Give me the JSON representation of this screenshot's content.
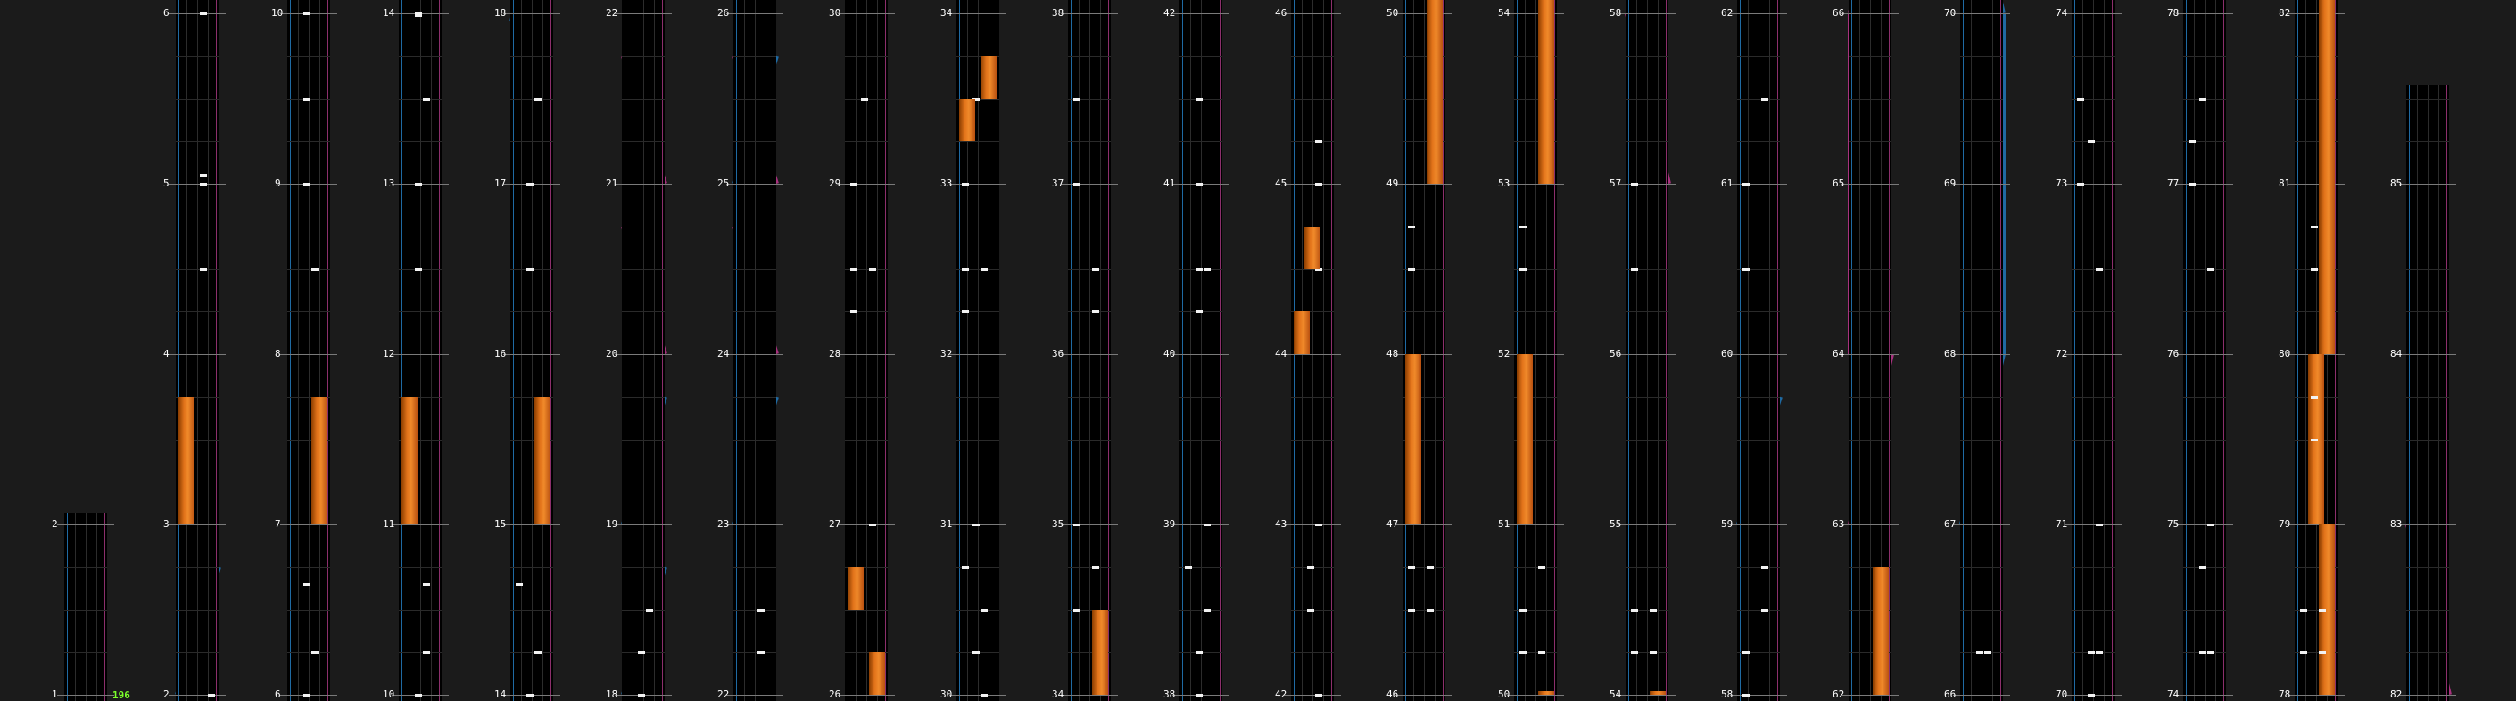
{
  "measures": [
    {
      "n": "1",
      "label": "1"
    },
    {
      "n": "2",
      "label": "2"
    },
    {
      "n": "3",
      "label": "3"
    },
    {
      "n": "4",
      "label": "4"
    },
    {
      "n": "5",
      "label": "5"
    },
    {
      "n": "6",
      "label": "6"
    },
    {
      "n": "7",
      "label": "7"
    },
    {
      "n": "8",
      "label": "8"
    },
    {
      "n": "9",
      "label": "9"
    },
    {
      "n": "10",
      "label": "10"
    },
    {
      "n": "11",
      "label": "11"
    },
    {
      "n": "12",
      "label": "12"
    },
    {
      "n": "13",
      "label": "13"
    },
    {
      "n": "14",
      "label": "14"
    },
    {
      "n": "15",
      "label": "15"
    },
    {
      "n": "16",
      "label": "16"
    },
    {
      "n": "17",
      "label": "17"
    },
    {
      "n": "18",
      "label": "18"
    },
    {
      "n": "19",
      "label": "19"
    },
    {
      "n": "20",
      "label": "20"
    },
    {
      "n": "21",
      "label": "21"
    },
    {
      "n": "22",
      "label": "22"
    },
    {
      "n": "23",
      "label": "23"
    },
    {
      "n": "24",
      "label": "24"
    },
    {
      "n": "25",
      "label": "25"
    },
    {
      "n": "26",
      "label": "26"
    },
    {
      "n": "27",
      "label": "27"
    },
    {
      "n": "28",
      "label": "28"
    },
    {
      "n": "29",
      "label": "29"
    },
    {
      "n": "30",
      "label": "30"
    },
    {
      "n": "31",
      "label": "31"
    },
    {
      "n": "32",
      "label": "32"
    },
    {
      "n": "33",
      "label": "33"
    },
    {
      "n": "34",
      "label": "34"
    },
    {
      "n": "35",
      "label": "35"
    },
    {
      "n": "36",
      "label": "36"
    },
    {
      "n": "37",
      "label": "37"
    },
    {
      "n": "38",
      "label": "38"
    },
    {
      "n": "39",
      "label": "39"
    },
    {
      "n": "40",
      "label": "40"
    },
    {
      "n": "41",
      "label": "41"
    },
    {
      "n": "42",
      "label": "42"
    },
    {
      "n": "43",
      "label": "43"
    },
    {
      "n": "44",
      "label": "44"
    },
    {
      "n": "45",
      "label": "45"
    },
    {
      "n": "46",
      "label": "46"
    },
    {
      "n": "47",
      "label": "47"
    },
    {
      "n": "48",
      "label": "48"
    },
    {
      "n": "49",
      "label": "49"
    },
    {
      "n": "50",
      "label": "50"
    },
    {
      "n": "51",
      "label": "51"
    },
    {
      "n": "52",
      "label": "52"
    },
    {
      "n": "53",
      "label": "53"
    },
    {
      "n": "54",
      "label": "54"
    },
    {
      "n": "55",
      "label": "55"
    },
    {
      "n": "56",
      "label": "56"
    },
    {
      "n": "57",
      "label": "57"
    },
    {
      "n": "58",
      "label": "58"
    },
    {
      "n": "59",
      "label": "59"
    },
    {
      "n": "60",
      "label": "60"
    },
    {
      "n": "61",
      "label": "61"
    },
    {
      "n": "62",
      "label": "62"
    },
    {
      "n": "63",
      "label": "63"
    },
    {
      "n": "64",
      "label": "64"
    },
    {
      "n": "65",
      "label": "65"
    },
    {
      "n": "66",
      "label": "66"
    },
    {
      "n": "67",
      "label": "67"
    },
    {
      "n": "68",
      "label": "68"
    },
    {
      "n": "69",
      "label": "69"
    },
    {
      "n": "70",
      "label": "70"
    },
    {
      "n": "71",
      "label": "71"
    },
    {
      "n": "72",
      "label": "72"
    },
    {
      "n": "73",
      "label": "73"
    },
    {
      "n": "74",
      "label": "74"
    },
    {
      "n": "75",
      "label": "75"
    },
    {
      "n": "76",
      "label": "76"
    },
    {
      "n": "77",
      "label": "77"
    },
    {
      "n": "78",
      "label": "78"
    },
    {
      "n": "79",
      "label": "79"
    },
    {
      "n": "80",
      "label": "80"
    },
    {
      "n": "81",
      "label": "81"
    },
    {
      "n": "82",
      "label": "82"
    },
    {
      "n": "83",
      "label": "83"
    },
    {
      "n": "84",
      "label": "84"
    },
    {
      "n": "85",
      "label": "85"
    }
  ],
  "score": "196",
  "colors": {
    "background": "#1b1b1b",
    "strip": "#000000",
    "left_laser": "#1f6aa3",
    "right_laser": "#a8327e",
    "hold": "#e2731a",
    "chip": "#f2f2f2",
    "score": "#7cff2a"
  }
}
